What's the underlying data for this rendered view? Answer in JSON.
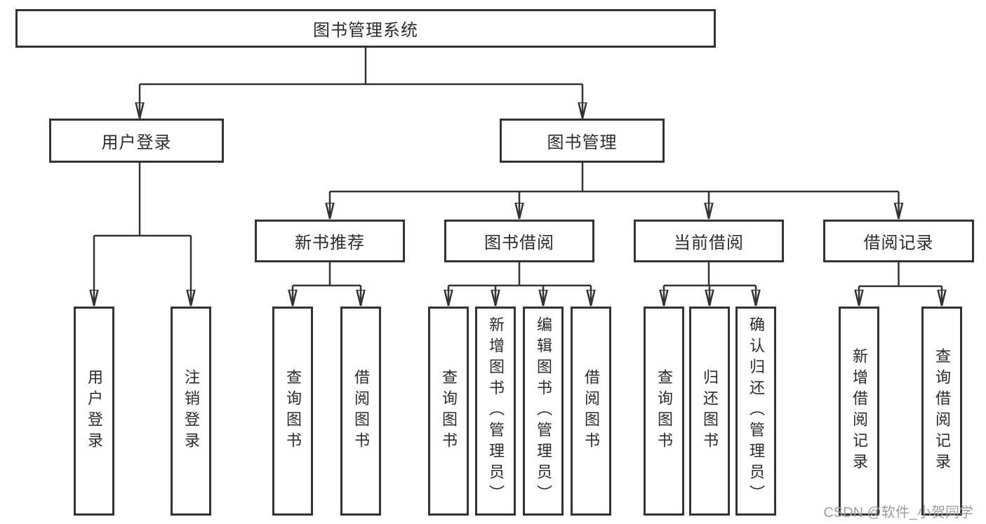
{
  "diagram_title": "图书管理系统",
  "tree": {
    "label": "图书管理系统",
    "children": [
      {
        "label": "用户登录",
        "children": [
          {
            "label": "用户登录"
          },
          {
            "label": "注销登录"
          }
        ]
      },
      {
        "label": "图书管理",
        "children": [
          {
            "label": "新书推荐",
            "children": [
              {
                "label": "查询图书"
              },
              {
                "label": "借阅图书"
              }
            ]
          },
          {
            "label": "图书借阅",
            "children": [
              {
                "label": "查询图书"
              },
              {
                "label": "新增图书（管理员）"
              },
              {
                "label": "编辑图书（管理员）"
              },
              {
                "label": "借阅图书"
              }
            ]
          },
          {
            "label": "当前借阅",
            "children": [
              {
                "label": "查询图书"
              },
              {
                "label": "归还图书"
              },
              {
                "label": "确认归还（管理员）"
              }
            ]
          },
          {
            "label": "借阅记录",
            "children": [
              {
                "label": "新增借阅记录"
              },
              {
                "label": "查询借阅记录"
              }
            ]
          }
        ]
      }
    ]
  },
  "watermark": {
    "text": "CSDN @软件_小贺同学"
  },
  "colors": {
    "line": "#333333",
    "box_border": "#333333",
    "box_fill": "#ffffff",
    "text": "#2b2b2b",
    "background": "#ffffff",
    "watermark": "#9e9e9e"
  }
}
